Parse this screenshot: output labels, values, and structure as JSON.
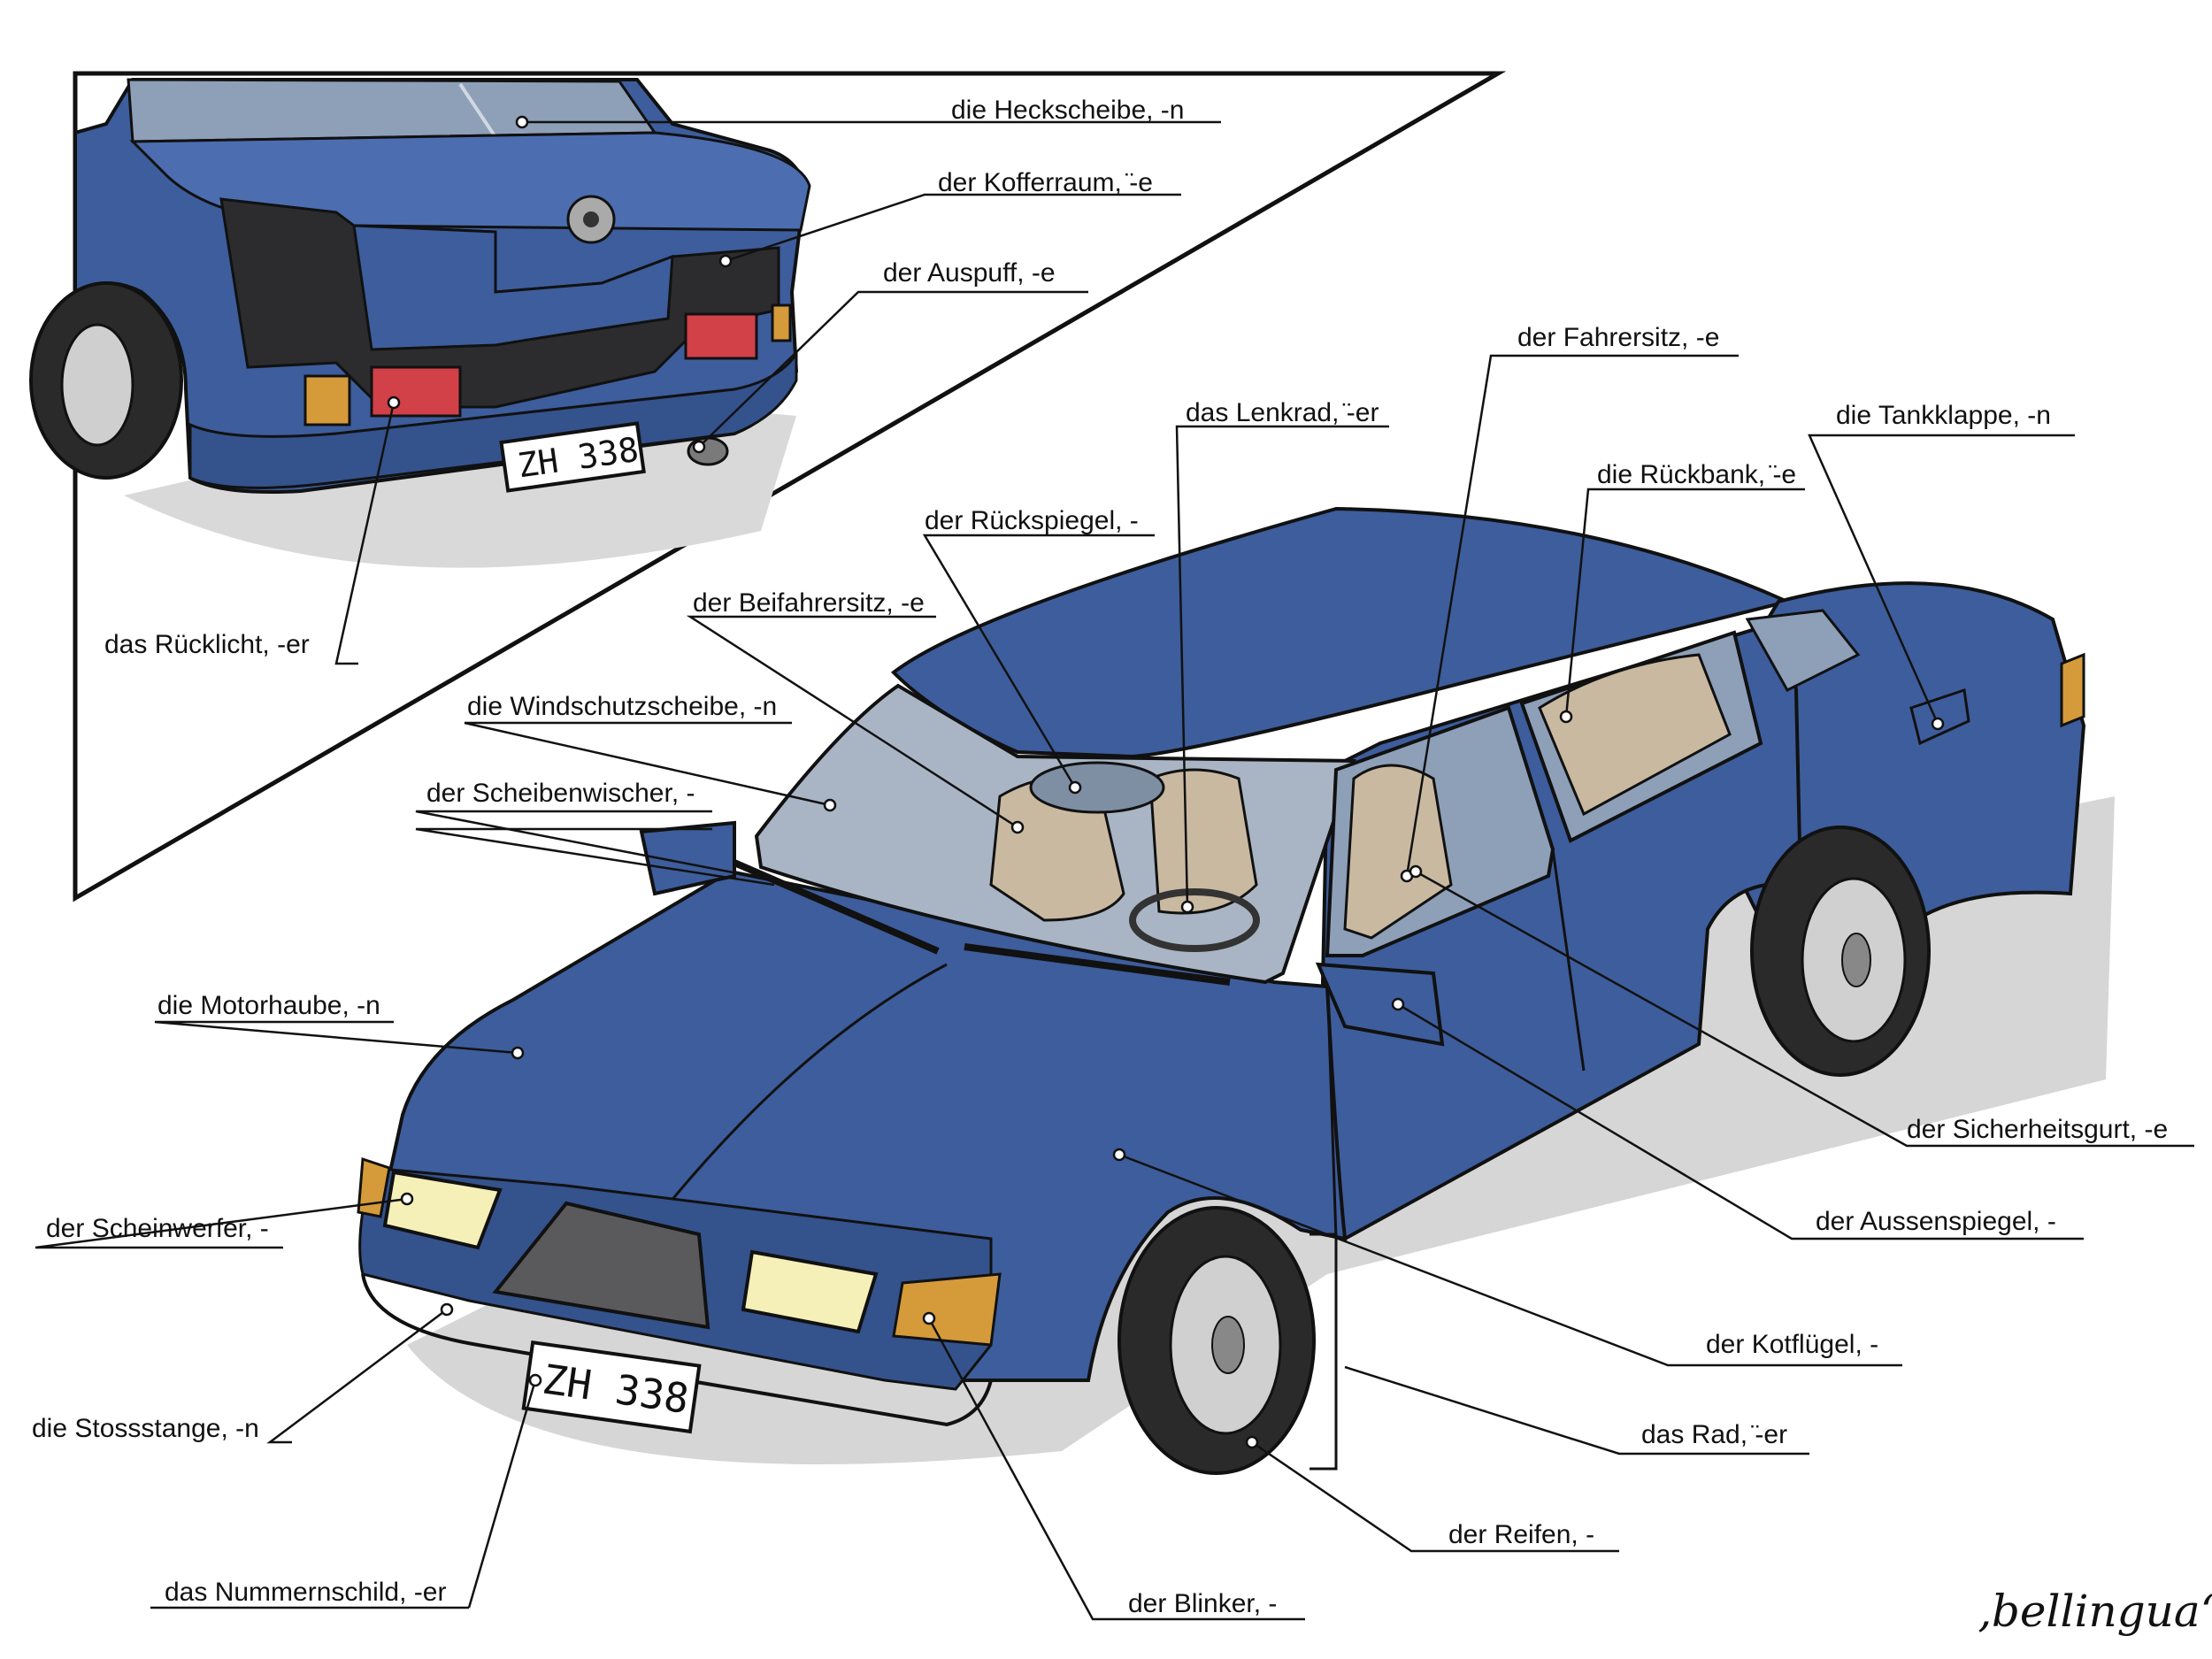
{
  "labels": {
    "heckscheibe": "die Heckscheibe, -n",
    "kofferraum": "der Kofferraum, ̈-e",
    "auspuff": "der Auspuff, -e",
    "ruecklicht": "das Rücklicht, -er",
    "fahrersitz": "der Fahrersitz, -e",
    "lenkrad": "das Lenkrad, ̈-er",
    "tankklappe": "die Tankklappe, -n",
    "rueckbank": "die Rückbank, ̈-e",
    "rueckspiegel": "der Rückspiegel, -",
    "beifahrersitz": "der Beifahrersitz, -e",
    "windschutzscheibe": "die Windschutzscheibe, -n",
    "scheibenwischer": "der Scheibenwischer, -",
    "motorhaube": "die Motorhaube, -n",
    "sicherheitsgurt": "der Sicherheitsgurt, -e",
    "scheinwerfer": "der Scheinwerfer, -",
    "aussenspiegel": "der Aussenspiegel, -",
    "kotfluegel": "der Kotflügel, -",
    "stossstange": "die Stossstange, -n",
    "rad": "das Rad, ̈-er",
    "reifen": "der Reifen, -",
    "nummernschild": "das Nummernschild, -er",
    "blinker": "der Blinker, -"
  },
  "plates": {
    "rear": "ZH 338",
    "front": "ZH 338"
  },
  "logo": "‚bellingua‘",
  "colors": {
    "car_body": "#3d5d9c",
    "car_dark": "#2a3f70",
    "shadow": "#d6d6d6",
    "seats": "#c9b9a0",
    "tyre": "#2a2a2a"
  }
}
